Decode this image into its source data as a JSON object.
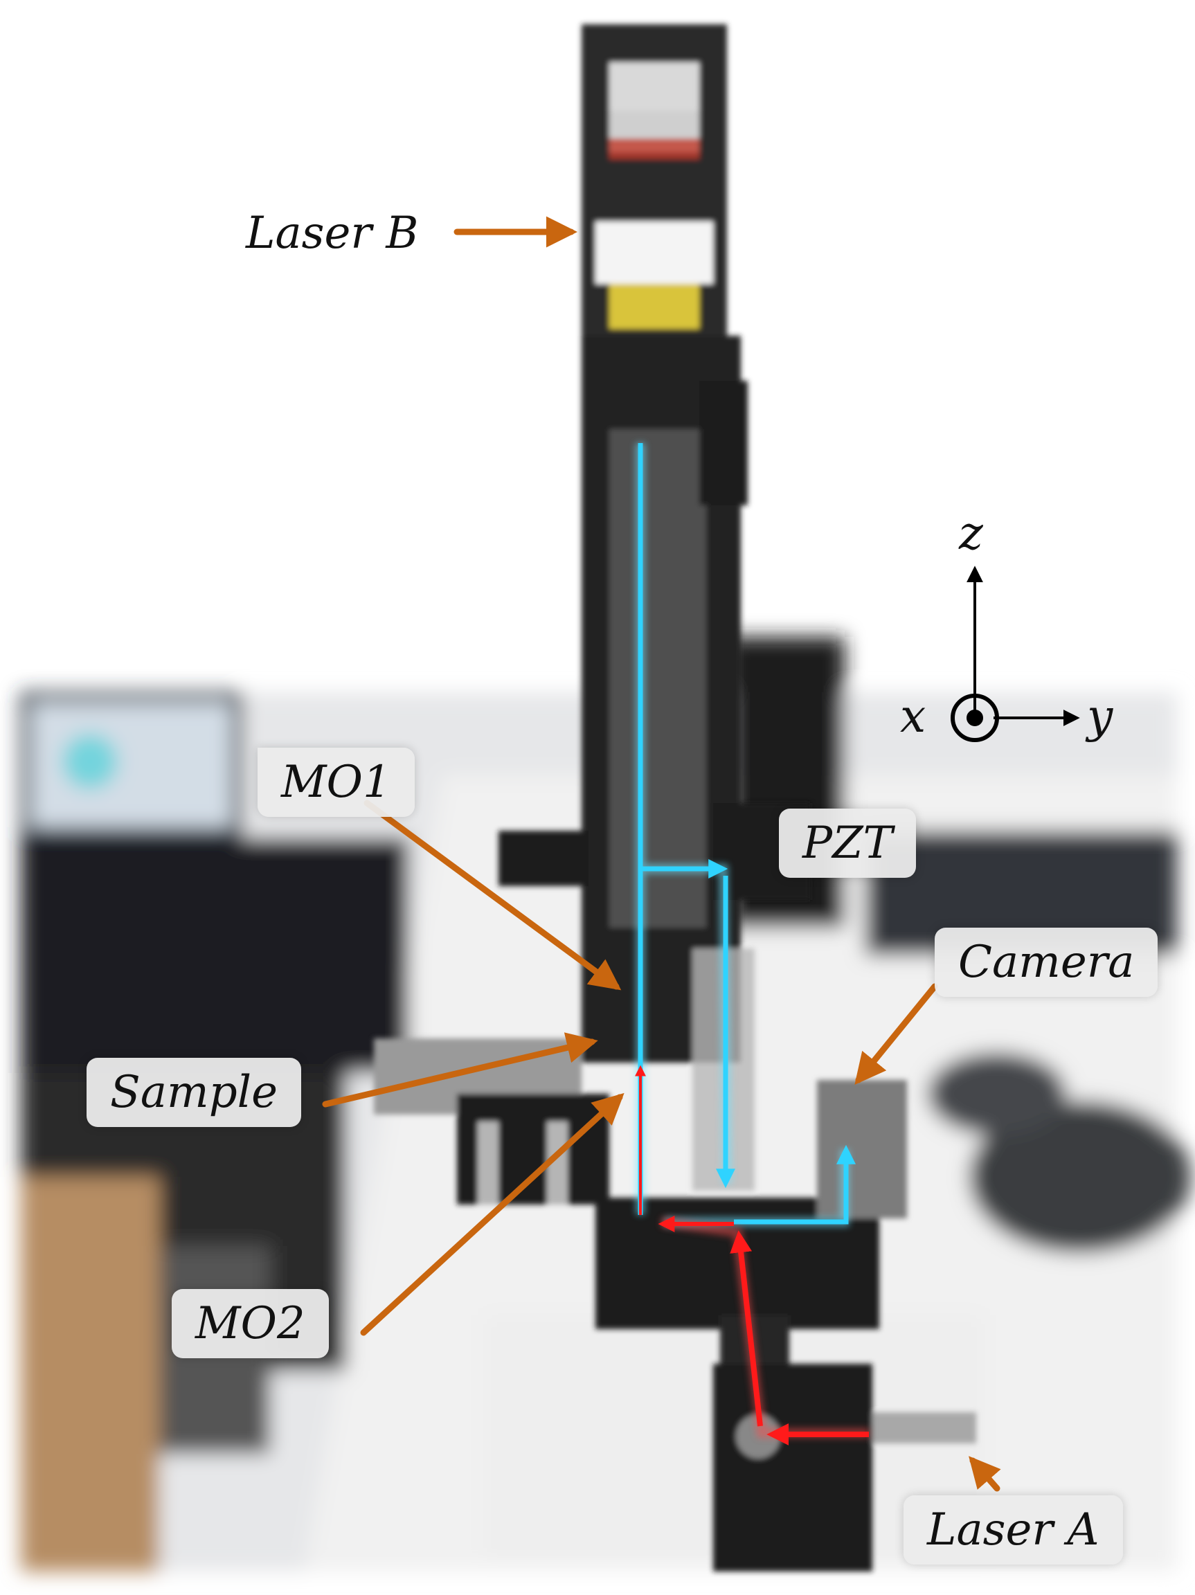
{
  "labels": {
    "laser_b": "Laser B",
    "mo1": "MO1",
    "pzt": "PZT",
    "camera": "Camera",
    "sample": "Sample",
    "mo2": "MO2",
    "laser_a": "Laser A"
  },
  "axes": {
    "x": "x",
    "y": "y",
    "z": "z"
  },
  "colors": {
    "arrow": "#c9660f",
    "beam_blue": "#2fd3ff",
    "beam_red": "#ff1a1a",
    "background": "#ffffff"
  }
}
